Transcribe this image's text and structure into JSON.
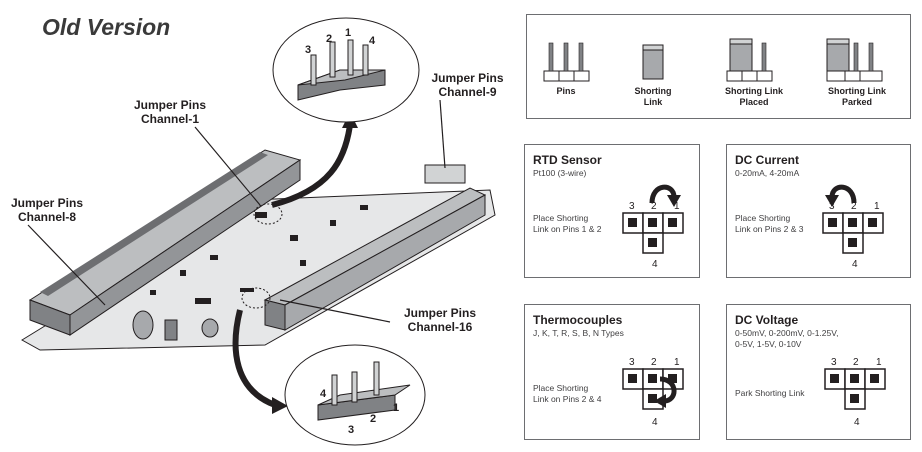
{
  "title": "Old Version",
  "callouts": {
    "ch1": "Jumper Pins\nChannel-1",
    "ch8": "Jumper Pins\nChannel-8",
    "ch9": "Jumper Pins\nChannel-9",
    "ch16": "Jumper Pins\nChannel-16"
  },
  "zoom_top_pins": [
    "3",
    "2",
    "1",
    "4"
  ],
  "zoom_bottom_pins": [
    "4",
    "3",
    "2",
    "1"
  ],
  "legend": {
    "items": [
      "Pins",
      "Shorting\nLink",
      "Shorting Link\nPlaced",
      "Shorting Link\nParked"
    ]
  },
  "configs": [
    {
      "title": "RTD Sensor",
      "subtitle": "Pt100 (3-wire)",
      "desc": "Place Shorting\nLink on Pins 1 & 2",
      "pins": [
        "3",
        "2",
        "1",
        "4"
      ]
    },
    {
      "title": "DC Current",
      "subtitle": "0-20mA, 4-20mA",
      "desc": "Place Shorting\nLink on Pins 2 & 3",
      "pins": [
        "3",
        "2",
        "1",
        "4"
      ]
    },
    {
      "title": "Thermocouples",
      "subtitle": "J, K, T, R, S, B, N Types",
      "desc": "Place Shorting\nLink on Pins 2 & 4",
      "pins": [
        "3",
        "2",
        "1",
        "4"
      ]
    },
    {
      "title": "DC Voltage",
      "subtitle": "0-50mV, 0-200mV, 0-1.25V,\n0-5V, 1-5V, 0-10V",
      "desc": "Park Shorting Link",
      "pins": [
        "3",
        "2",
        "1",
        "4"
      ]
    }
  ]
}
